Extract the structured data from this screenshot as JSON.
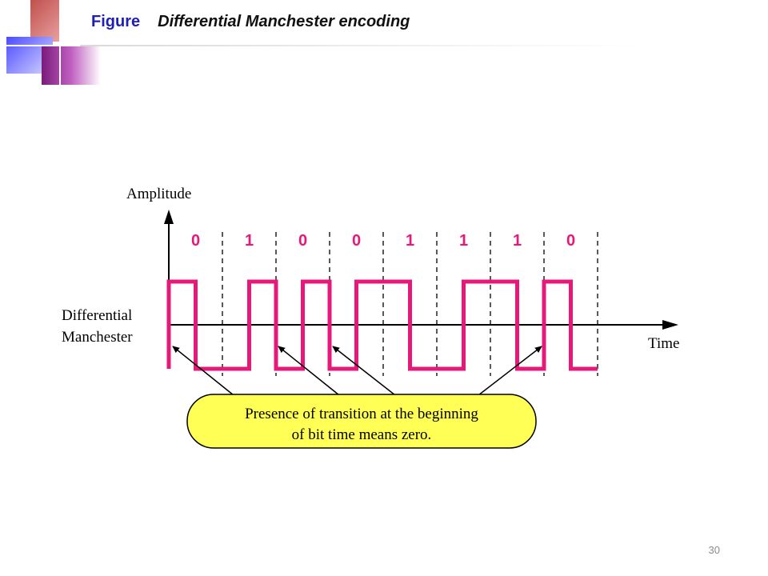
{
  "header": {
    "figure_label": "Figure",
    "figure_caption": "Differential Manchester encoding"
  },
  "diagram": {
    "y_axis_label": "Amplitude",
    "x_axis_label": "Time",
    "signal_label_line1": "Differential",
    "signal_label_line2": "Manchester",
    "bits": [
      "0",
      "1",
      "0",
      "0",
      "1",
      "1",
      "1",
      "0"
    ],
    "callout_line1": "Presence of transition at the beginning",
    "callout_line2": "of bit time means zero.",
    "colors": {
      "signal": "#e6197b",
      "bits": "#e6197b",
      "callout_fill": "#ffff55",
      "title_blue": "#1f1fb4"
    }
  },
  "footer": {
    "page_number": "30"
  }
}
